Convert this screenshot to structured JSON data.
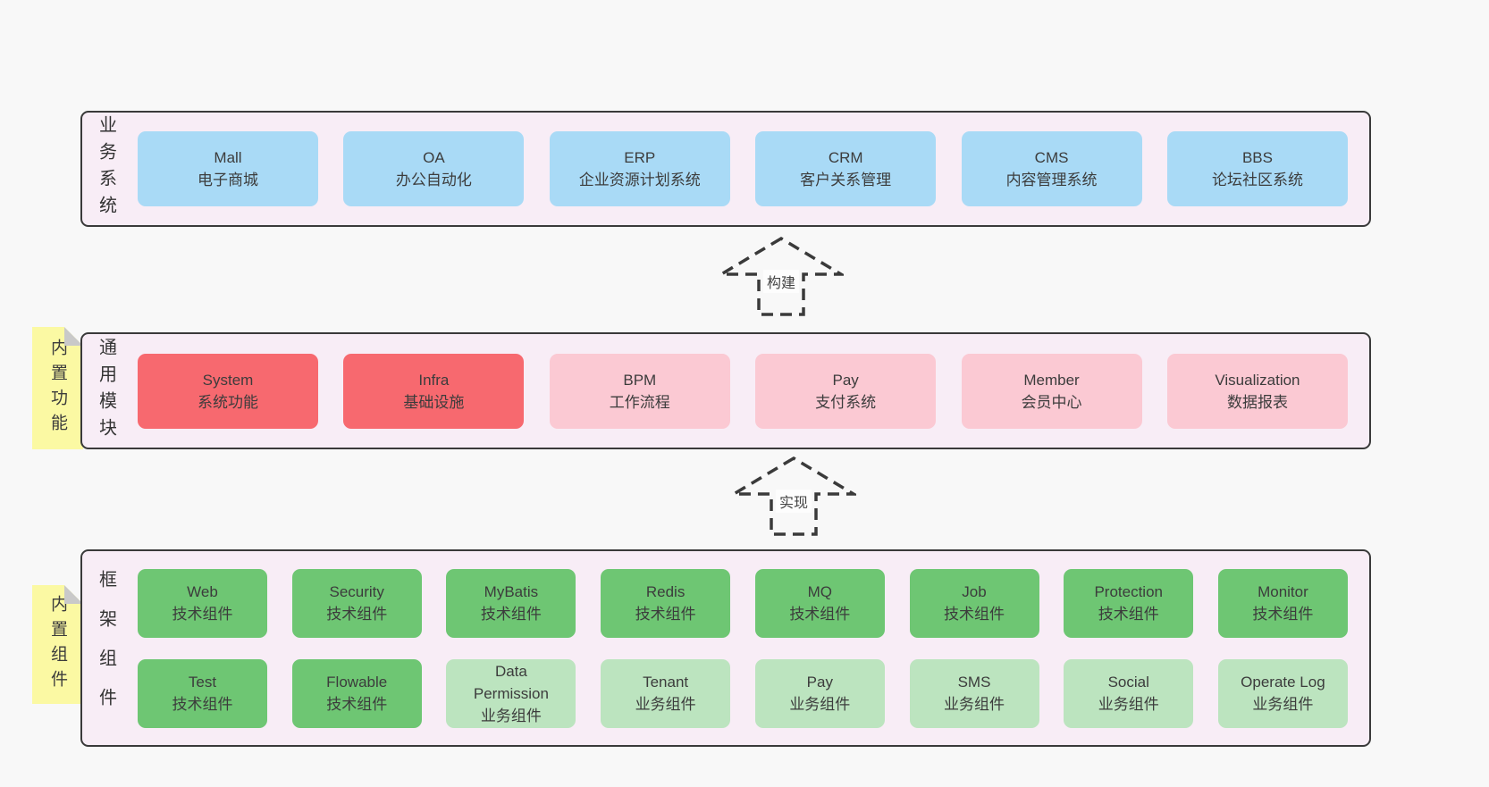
{
  "colors": {
    "page_bg": "#f8f8f8",
    "panel_bg": "#f8edf6",
    "panel_border": "#3a3a3a",
    "business_box_blue": "#a9daf6",
    "module_core_box_red": "#f7696f",
    "module_box_pink": "#fbc9d3",
    "tech_component_box_green": "#6ec673",
    "biz_component_box_light_green": "#bce4bf",
    "sticky_tab_yellow": "#fbf9a3",
    "sticky_fold_gray": "#c9c9c9",
    "text": "#3c3c3c"
  },
  "arrows": {
    "build_label": "构建",
    "implement_label": "实现"
  },
  "business": {
    "side_label": "业务系统",
    "boxes": [
      {
        "name": "Mall",
        "desc": "电子商城"
      },
      {
        "name": "OA",
        "desc": "办公自动化"
      },
      {
        "name": "ERP",
        "desc": "企业资源计划系统"
      },
      {
        "name": "CRM",
        "desc": "客户关系管理"
      },
      {
        "name": "CMS",
        "desc": "内容管理系统"
      },
      {
        "name": "BBS",
        "desc": "论坛社区系统"
      }
    ]
  },
  "modules": {
    "side_label": "通用模块",
    "tab_label": "内置功能",
    "boxes": [
      {
        "name": "System",
        "desc": "系统功能"
      },
      {
        "name": "Infra",
        "desc": "基础设施"
      },
      {
        "name": "BPM",
        "desc": "工作流程"
      },
      {
        "name": "Pay",
        "desc": "支付系统"
      },
      {
        "name": "Member",
        "desc": "会员中心"
      },
      {
        "name": "Visualization",
        "desc": "数据报表"
      }
    ]
  },
  "components": {
    "side_label": "框架组件",
    "tab_label": "内置组件",
    "row1": [
      {
        "name": "Web",
        "desc": "技术组件"
      },
      {
        "name": "Security",
        "desc": "技术组件"
      },
      {
        "name": "MyBatis",
        "desc": "技术组件"
      },
      {
        "name": "Redis",
        "desc": "技术组件"
      },
      {
        "name": "MQ",
        "desc": "技术组件"
      },
      {
        "name": "Job",
        "desc": "技术组件"
      },
      {
        "name": "Protection",
        "desc": "技术组件"
      },
      {
        "name": "Monitor",
        "desc": "技术组件"
      }
    ],
    "row2": [
      {
        "name": "Test",
        "desc": "技术组件"
      },
      {
        "name": "Flowable",
        "desc": "技术组件"
      },
      {
        "name": "Data Permission",
        "desc": "业务组件"
      },
      {
        "name": "Tenant",
        "desc": "业务组件"
      },
      {
        "name": "Pay",
        "desc": "业务组件"
      },
      {
        "name": "SMS",
        "desc": "业务组件"
      },
      {
        "name": "Social",
        "desc": "业务组件"
      },
      {
        "name": "Operate Log",
        "desc": "业务组件"
      }
    ]
  }
}
